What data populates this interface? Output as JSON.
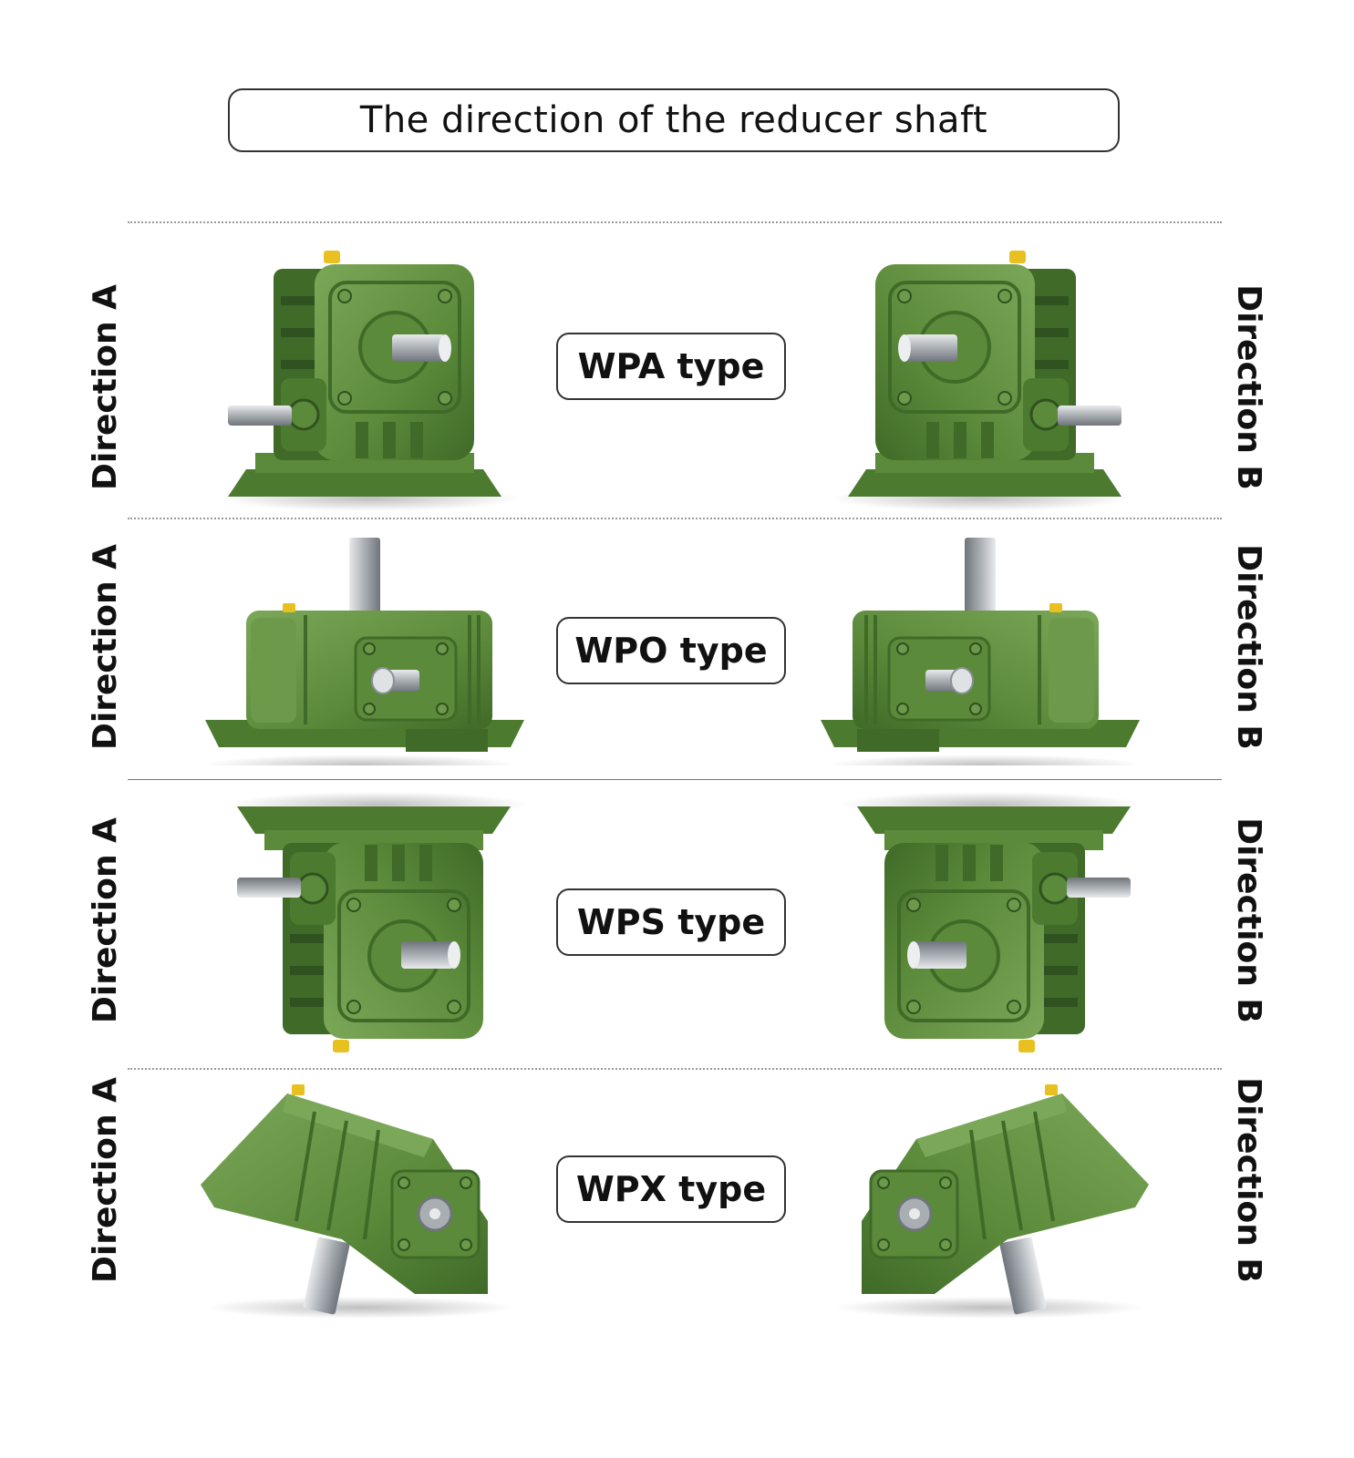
{
  "title": "The direction of the reducer shaft",
  "rows": [
    {
      "type_label": "WPA type",
      "left_label": "Direction A",
      "right_label": "Direction B"
    },
    {
      "type_label": "WPO type",
      "left_label": "Direction A",
      "right_label": "Direction B"
    },
    {
      "type_label": "WPS type",
      "left_label": "Direction A",
      "right_label": "Direction B"
    },
    {
      "type_label": "WPX type",
      "left_label": "Direction A",
      "right_label": "Direction B"
    }
  ],
  "colors": {
    "housing": "#5b8a3a",
    "housing_dark": "#3f6a28",
    "housing_light": "#7ba858",
    "shaft": "#b8bcc0",
    "cap": "#e8c020"
  }
}
